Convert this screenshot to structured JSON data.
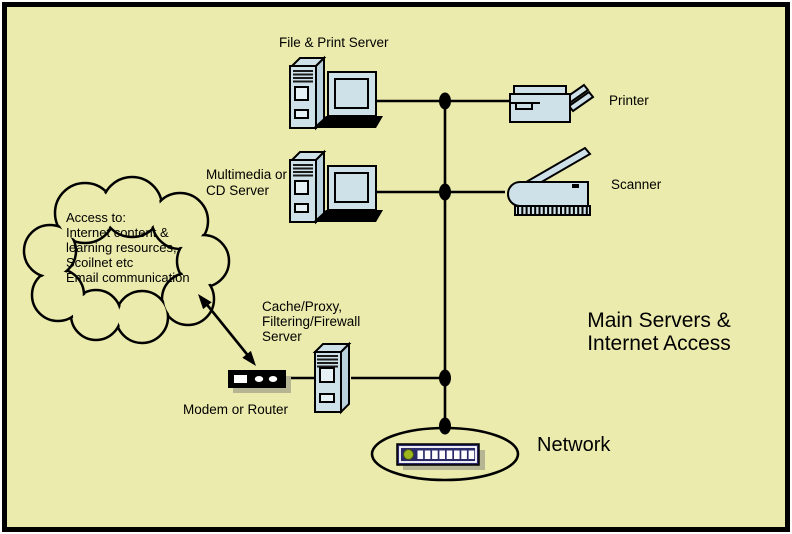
{
  "title": {
    "line1": "Main Servers &",
    "line2": "Internet Access"
  },
  "labels": {
    "file_print_server": "File & Print Server",
    "multimedia_line1": "Multimedia or",
    "multimedia_line2": "CD Server",
    "printer": "Printer",
    "scanner": "Scanner",
    "firewall_line1": "Cache/Proxy,",
    "firewall_line2": "Filtering/Firewall",
    "firewall_line3": "Server",
    "modem": "Modem or Router",
    "network": "Network"
  },
  "cloud": {
    "line1": "Access to:",
    "line2": "Internet content &",
    "line3": "learning resources,",
    "line4": "Scoilnet etc",
    "line5": "Email communication"
  },
  "colors": {
    "background": "#ebebad",
    "device_fill": "#cfe1e8",
    "device_shade": "#b9d2dd",
    "outline": "#000000",
    "hub_body": "#2b2b6b",
    "hub_led": "#9db61e",
    "shadow": "#b5b593"
  }
}
